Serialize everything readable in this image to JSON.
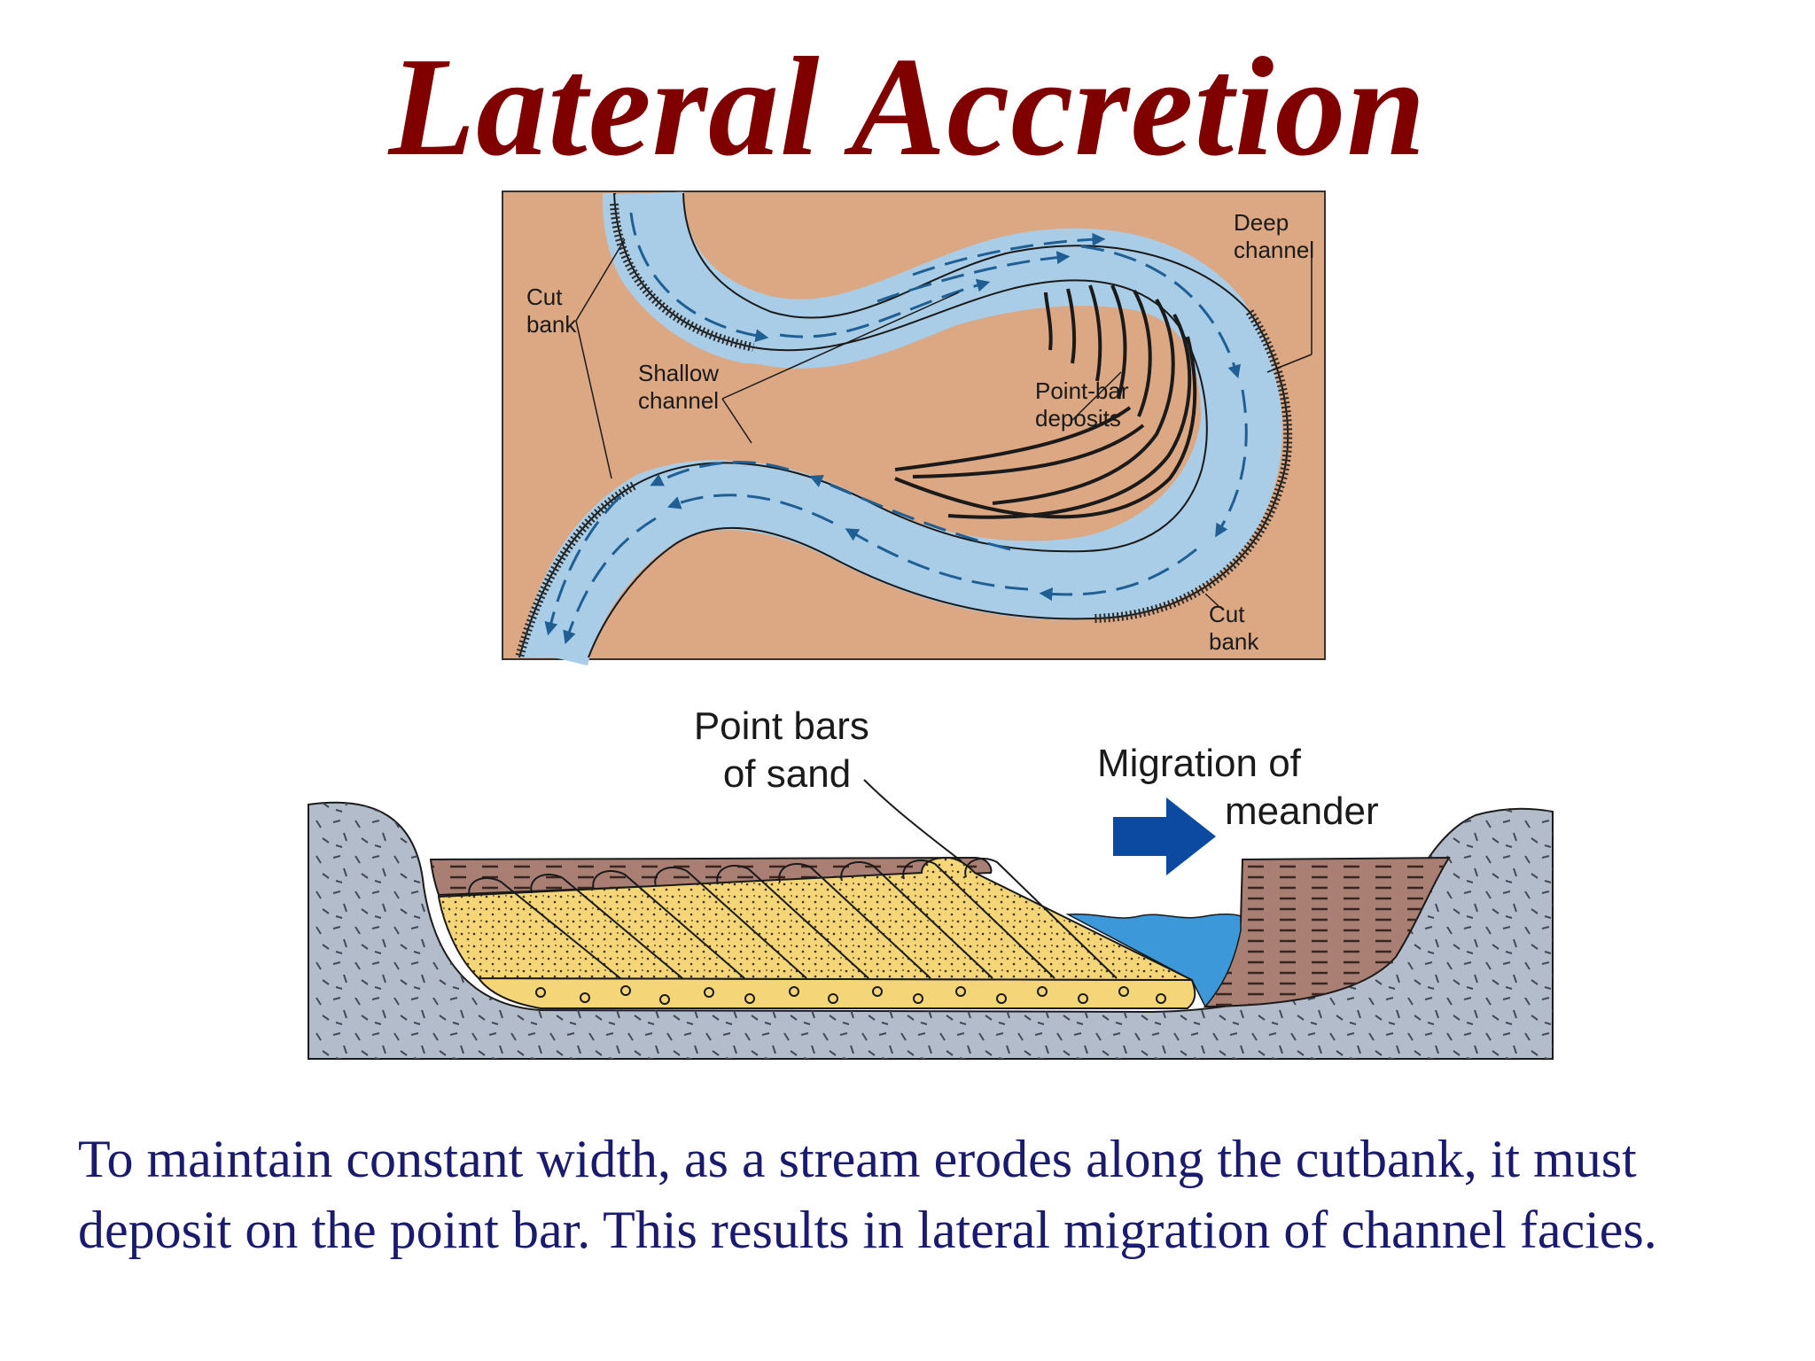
{
  "title": "Lateral Accretion",
  "map_diagram": {
    "labels": {
      "cut_bank_left": [
        "Cut",
        "bank"
      ],
      "shallow_channel": [
        "Shallow",
        "channel"
      ],
      "point_bar": [
        "Point-bar",
        "deposits"
      ],
      "deep_channel": [
        "Deep",
        "channel"
      ],
      "cut_bank_right": [
        "Cut",
        "bank"
      ]
    },
    "colors": {
      "land": "#dba883",
      "water": "#a9cde6",
      "arrow": "#1f5f94"
    }
  },
  "section_diagram": {
    "labels": {
      "point_bars": [
        "Point bars",
        "of sand"
      ],
      "migration": [
        "Migration of",
        "meander"
      ]
    },
    "colors": {
      "bedrock": "#b3bccb",
      "mud": "#a97f74",
      "sand": "#f4d678",
      "water": "#3c98d8",
      "arrow": "#0b4aa0"
    }
  },
  "caption": "To maintain constant width, as a stream erodes along the cutbank, it must deposit on the point bar.  This results in lateral migration of channel facies."
}
